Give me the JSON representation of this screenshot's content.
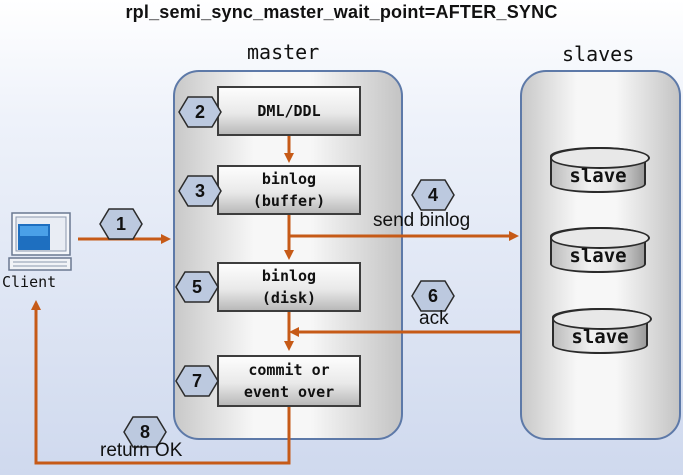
{
  "title": "rpl_semi_sync_master_wait_point=AFTER_SYNC",
  "master_header": "master",
  "slaves_header": "slaves",
  "client_label": "Client",
  "steps": {
    "dml": "DML/DDL",
    "binlog_buffer": "binlog\n(buffer)",
    "binlog_disk": "binlog\n(disk)",
    "commit": "commit or\nevent over"
  },
  "badges": [
    "1",
    "2",
    "3",
    "4",
    "5",
    "6",
    "7",
    "8"
  ],
  "slaves": [
    "slave",
    "slave",
    "slave"
  ],
  "edge_labels": {
    "send_binlog": "send binlog",
    "ack": "ack",
    "return_ok": "return OK"
  },
  "colors": {
    "arrow": "#c65a17",
    "panel_border": "#5d79a8",
    "badge_fill": "#bcc9df"
  }
}
